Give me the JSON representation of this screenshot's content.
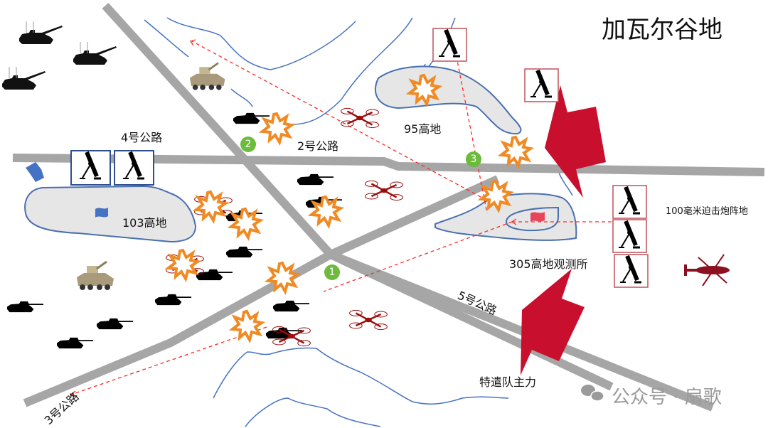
{
  "title": "加瓦尔谷地",
  "roads": [
    {
      "id": "road-2",
      "label": "2号公路"
    },
    {
      "id": "road-3",
      "label": "3号公路"
    },
    {
      "id": "road-4",
      "label": "4号公路"
    },
    {
      "id": "road-5",
      "label": "5号公路"
    }
  ],
  "hills": [
    {
      "id": "hill-95",
      "label": "95高地"
    },
    {
      "id": "hill-103",
      "label": "103高地"
    },
    {
      "id": "hill-305",
      "label": "305高地观测所"
    }
  ],
  "positions": {
    "mortar_position_label": "100毫米迫击炮阵地",
    "main_force_label": "特遣队主力"
  },
  "markers": [
    {
      "id": "marker-1",
      "label": "1"
    },
    {
      "id": "marker-2",
      "label": "2"
    },
    {
      "id": "marker-3",
      "label": "3"
    }
  ],
  "watermark": {
    "icon": "wechat-icon",
    "text": "公众号 · 扇歌"
  },
  "colors": {
    "road": "#a6a6a6",
    "contour": "#4472c4",
    "hill_fill": "#e6e6e6",
    "hill_border": "#4a6fb0",
    "attack_arrow": "#c8102e",
    "explosion": "#f08a24",
    "drone": "#9b0d0d",
    "trajectory": "#ff2a2a",
    "marker": "#6cbb3c",
    "friendly_mortar_frame": "#2f4f8f",
    "enemy_mortar_frame": "#c0505a",
    "friendly_flag": "#4472c4",
    "enemy_flag": "#e8435a"
  }
}
